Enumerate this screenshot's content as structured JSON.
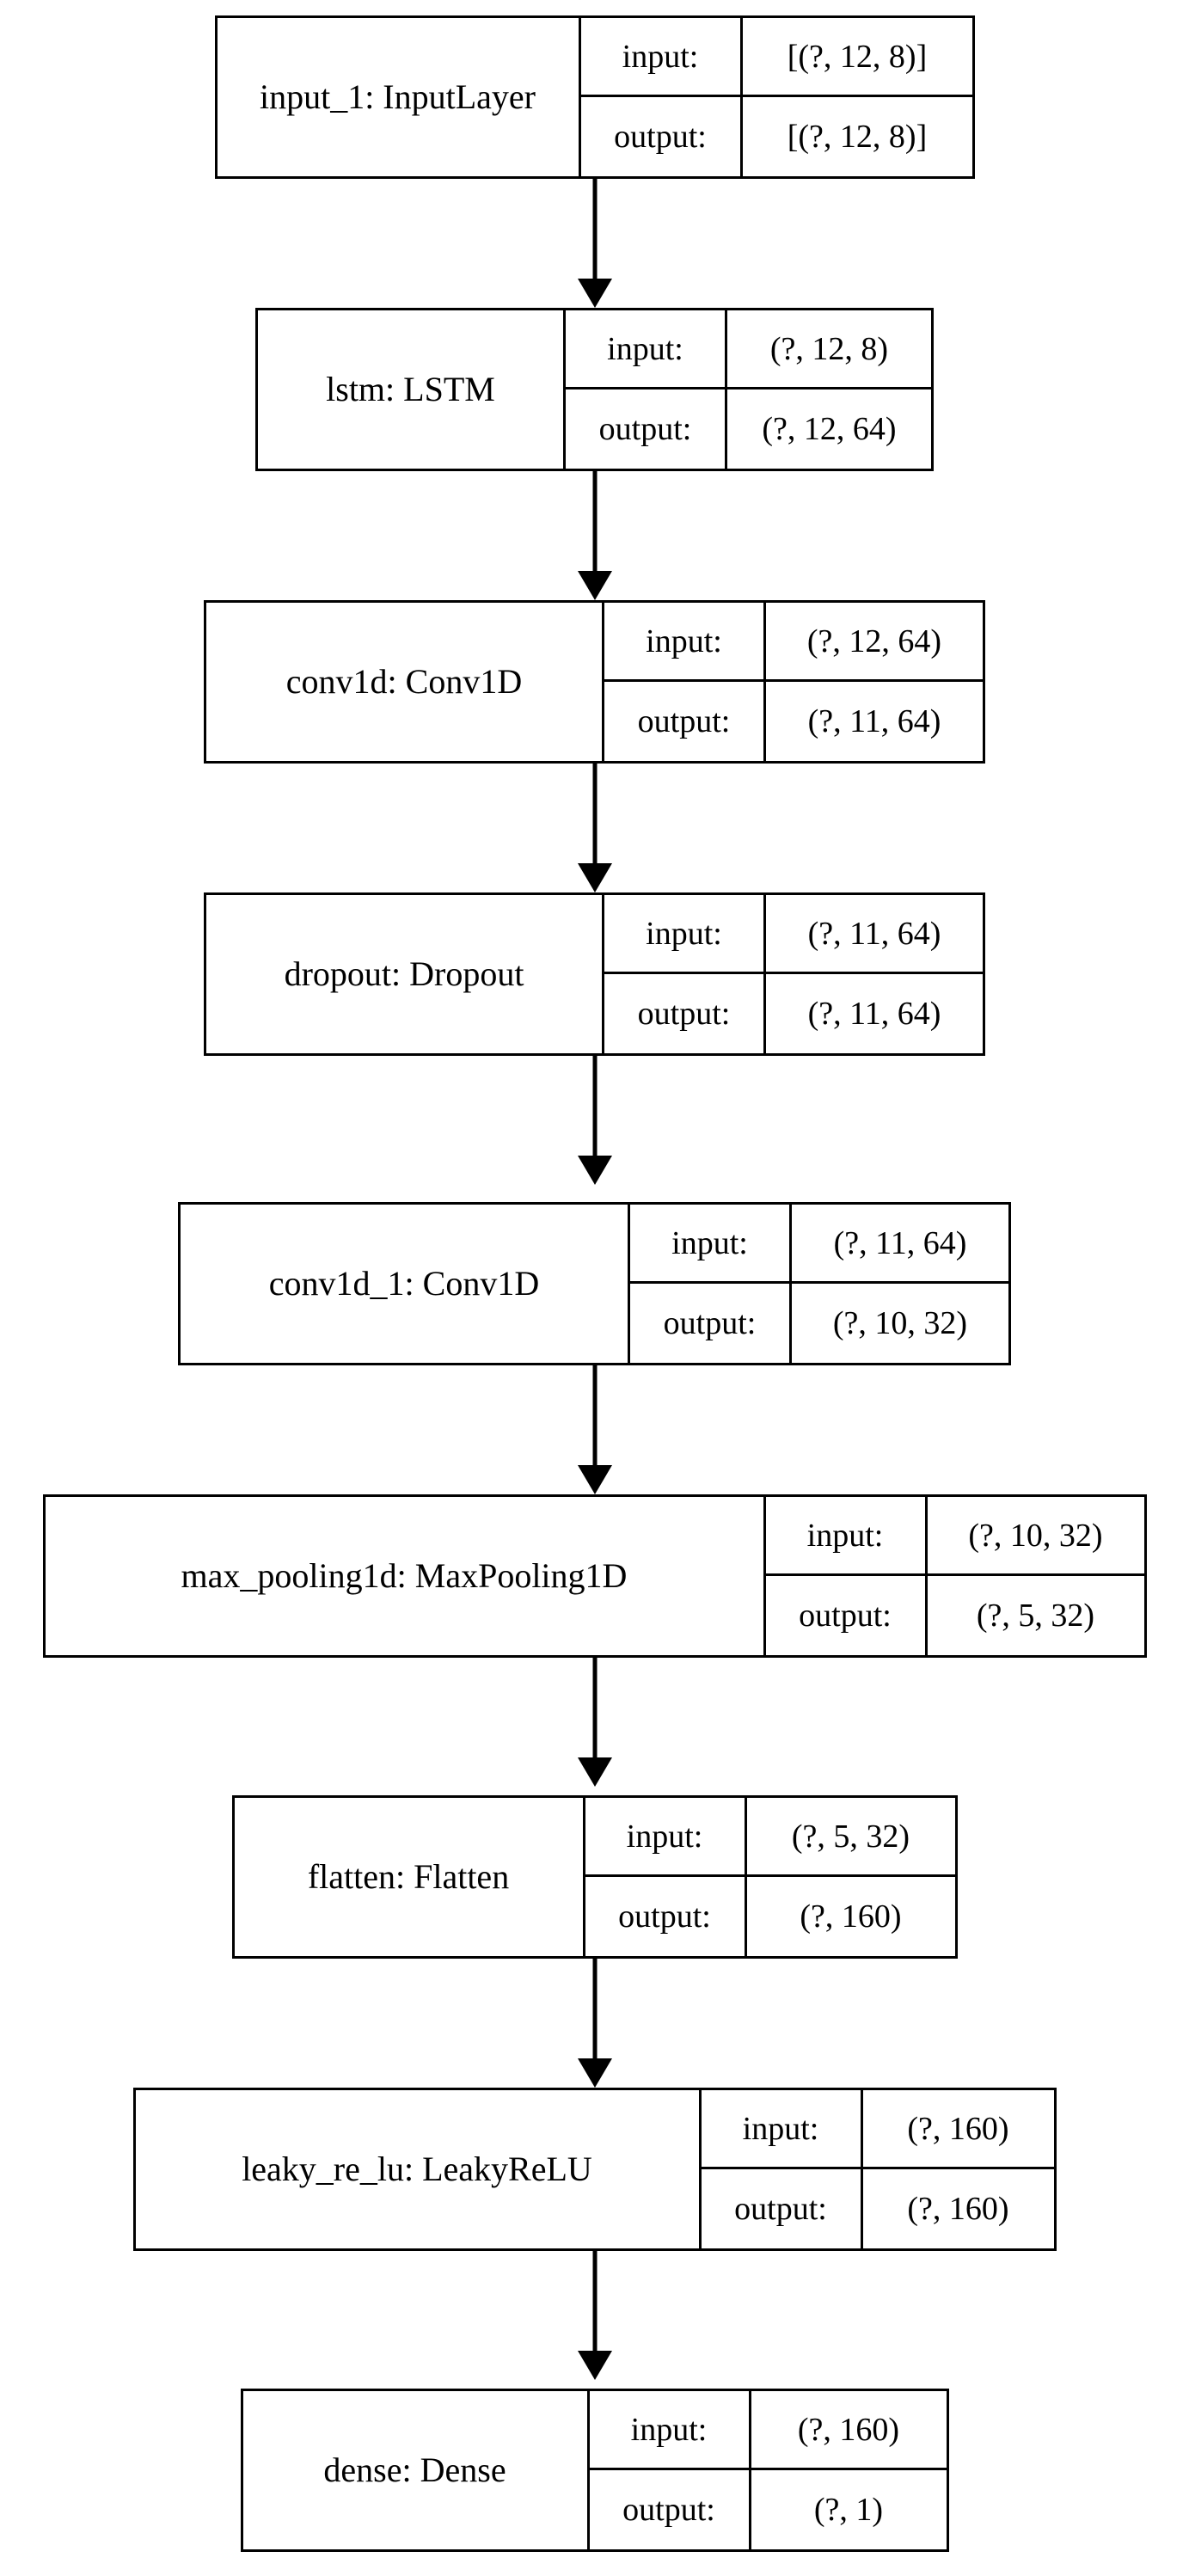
{
  "diagram": {
    "title": "Keras model architecture graph",
    "type": "neural-network-layer-graph",
    "orientation": "top-to-bottom",
    "line_color": "#000000",
    "background_color": "#ffffff",
    "node_fill": "#ffffff",
    "io_labels": {
      "input": "input:",
      "output": "output:"
    },
    "nodes": [
      {
        "name": "input_1: InputLayer",
        "input_label": "input:",
        "input_shape": "[(?, 12, 8)]",
        "output_label": "output:",
        "output_shape": "[(?, 12, 8)]"
      },
      {
        "name": "lstm: LSTM",
        "input_label": "input:",
        "input_shape": "(?, 12, 8)",
        "output_label": "output:",
        "output_shape": "(?, 12, 64)"
      },
      {
        "name": "conv1d: Conv1D",
        "input_label": "input:",
        "input_shape": "(?, 12, 64)",
        "output_label": "output:",
        "output_shape": "(?, 11, 64)"
      },
      {
        "name": "dropout: Dropout",
        "input_label": "input:",
        "input_shape": "(?, 11, 64)",
        "output_label": "output:",
        "output_shape": "(?, 11, 64)"
      },
      {
        "name": "conv1d_1: Conv1D",
        "input_label": "input:",
        "input_shape": "(?, 11, 64)",
        "output_label": "output:",
        "output_shape": "(?, 10, 32)"
      },
      {
        "name": "max_pooling1d: MaxPooling1D",
        "input_label": "input:",
        "input_shape": "(?, 10, 32)",
        "output_label": "output:",
        "output_shape": "(?, 5, 32)"
      },
      {
        "name": "flatten: Flatten",
        "input_label": "input:",
        "input_shape": "(?, 5, 32)",
        "output_label": "output:",
        "output_shape": "(?, 160)"
      },
      {
        "name": "leaky_re_lu: LeakyReLU",
        "input_label": "input:",
        "input_shape": "(?, 160)",
        "output_label": "output:",
        "output_shape": "(?, 160)"
      },
      {
        "name": "dense: Dense",
        "input_label": "input:",
        "input_shape": "(?, 160)",
        "output_label": "output:",
        "output_shape": "(?, 1)"
      }
    ],
    "edges": [
      {
        "from": "input_1: InputLayer",
        "to": "lstm: LSTM"
      },
      {
        "from": "lstm: LSTM",
        "to": "conv1d: Conv1D"
      },
      {
        "from": "conv1d: Conv1D",
        "to": "dropout: Dropout"
      },
      {
        "from": "dropout: Dropout",
        "to": "conv1d_1: Conv1D"
      },
      {
        "from": "conv1d_1: Conv1D",
        "to": "max_pooling1d: MaxPooling1D"
      },
      {
        "from": "max_pooling1d: MaxPooling1D",
        "to": "flatten: Flatten"
      },
      {
        "from": "flatten: Flatten",
        "to": "leaky_re_lu: LeakyReLU"
      },
      {
        "from": "leaky_re_lu: LeakyReLU",
        "to": "dense: Dense"
      }
    ]
  }
}
